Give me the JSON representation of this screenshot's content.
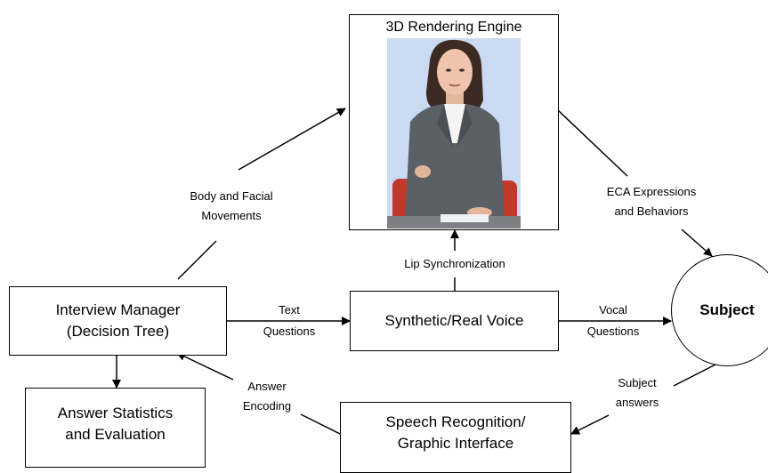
{
  "nodes": {
    "rendering_engine": "3D Rendering Engine",
    "interview_manager": [
      "Interview Manager",
      "(Decision Tree)"
    ],
    "synthetic_voice": "Synthetic/Real Voice",
    "subject": "Subject",
    "answer_statistics": [
      "Answer Statistics",
      "and Evaluation"
    ],
    "speech_recognition": [
      "Speech Recognition/",
      "Graphic Interface"
    ]
  },
  "edges": {
    "body_facial": [
      "Body and Facial",
      "Movements"
    ],
    "eca_expressions": [
      "ECA Expressions",
      "and Behaviors"
    ],
    "lip_sync": "Lip Synchronization",
    "text_questions": [
      "Text",
      "Questions"
    ],
    "vocal_questions": [
      "Vocal",
      "Questions"
    ],
    "answer_encoding": [
      "Answer",
      "Encoding"
    ],
    "subject_answers": [
      "Subject",
      "answers"
    ]
  },
  "colors": {
    "avatar_background": "#c9daf2",
    "jacket": "#5b6066",
    "chair": "#c0392b"
  }
}
